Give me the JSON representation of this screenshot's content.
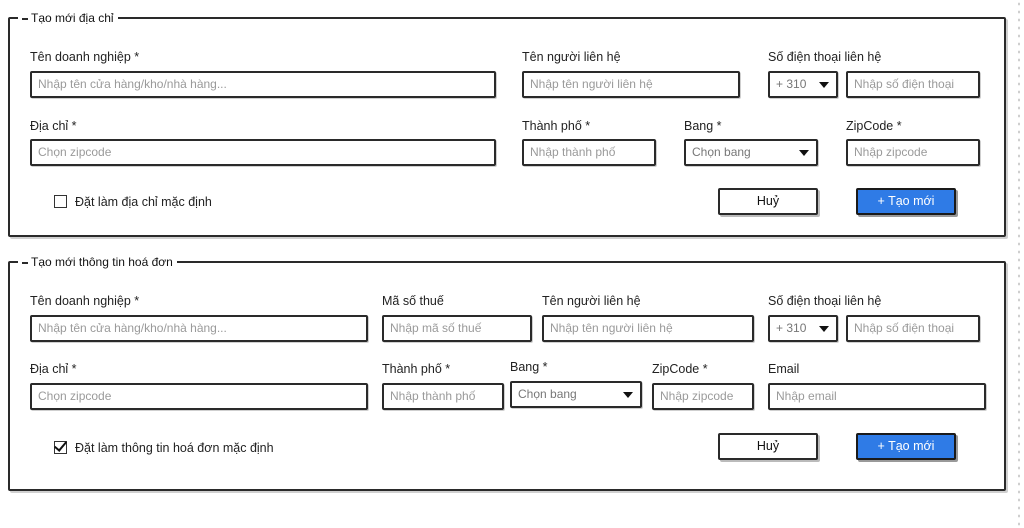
{
  "address_form": {
    "legend": "Tạo mới địa chỉ",
    "business_name": {
      "label": "Tên doanh nghiệp *",
      "placeholder": "Nhập tên cửa hàng/kho/nhà hàng..."
    },
    "contact_name": {
      "label": "Tên người liên hệ",
      "placeholder": "Nhập tên người liên hệ"
    },
    "phone": {
      "label": "Số điện thoại liên hệ",
      "country_code": "+ 310",
      "placeholder": "Nhập số điện thoại"
    },
    "address": {
      "label": "Địa chỉ *",
      "placeholder": "Chọn zipcode"
    },
    "city": {
      "label": "Thành phố *",
      "placeholder": "Nhập thành phố"
    },
    "state": {
      "label": "Bang *",
      "placeholder": "Chọn bang"
    },
    "zipcode": {
      "label": "ZipCode *",
      "placeholder": "Nhập zipcode"
    },
    "default_checkbox": {
      "label": "Đặt làm địa chỉ mặc định",
      "checked": false
    },
    "cancel_label": "Huỷ",
    "create_label": "+ Tạo mới"
  },
  "invoice_form": {
    "legend": "Tạo mới thông tin hoá đơn",
    "business_name": {
      "label": "Tên doanh nghiệp *",
      "placeholder": "Nhập tên cửa hàng/kho/nhà hàng..."
    },
    "tax_code": {
      "label": "Mã số thuế",
      "placeholder": "Nhập mã số thuế"
    },
    "contact_name": {
      "label": "Tên người liên hệ",
      "placeholder": "Nhập tên người liên hệ"
    },
    "phone": {
      "label": "Số điện thoại liên hệ",
      "country_code": "+ 310",
      "placeholder": "Nhập số điện thoại"
    },
    "address": {
      "label": "Địa chỉ *",
      "placeholder": "Chọn zipcode"
    },
    "city": {
      "label": "Thành phố *",
      "placeholder": "Nhập thành phố"
    },
    "state": {
      "label": "Bang *",
      "placeholder": "Chọn bang"
    },
    "zipcode": {
      "label": "ZipCode *",
      "placeholder": "Nhập zipcode"
    },
    "email": {
      "label": "Email",
      "placeholder": "Nhập email"
    },
    "default_checkbox": {
      "label": "Đặt làm thông tin hoá đơn mặc định",
      "checked": true
    },
    "cancel_label": "Huỷ",
    "create_label": "+ Tạo mới"
  },
  "colors": {
    "primary_button": "#2f7be6",
    "border": "#2a2a2a",
    "placeholder": "#9a9a9a"
  }
}
